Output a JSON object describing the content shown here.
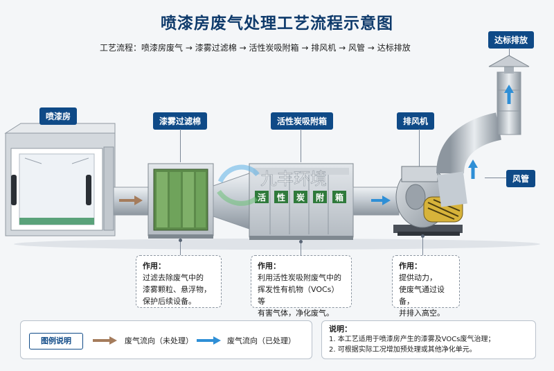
{
  "title": "喷漆房废气处理工艺流程示意图",
  "process_flow": {
    "label": "工艺流程：",
    "steps": [
      "喷漆房废气",
      "漆雾过滤棉",
      "活性炭吸附箱",
      "排风机",
      "风管",
      "达标排放"
    ],
    "separator": "→"
  },
  "equipment": {
    "booth": "喷漆房",
    "filter": "漆雾过滤棉",
    "carbon_box": "活性炭吸附箱",
    "fan": "排风机",
    "duct": "风管",
    "exhaust": "达标排放"
  },
  "carbon_box_panel_text": [
    "活",
    "性",
    "炭",
    "附",
    "箱"
  ],
  "watermark": "九丰环境",
  "notes": {
    "filter": {
      "heading": "作用：",
      "lines": [
        "过滤去除废气中的",
        "漆雾颗粒、悬浮物，",
        "保护后续设备。"
      ]
    },
    "carbon": {
      "heading": "作用：",
      "lines": [
        "利用活性炭吸附废气中的",
        "挥发性有机物（VOCs）等",
        "有害气体，净化废气。"
      ]
    },
    "fan": {
      "heading": "作用：",
      "lines": [
        "提供动力，",
        "使废气通过设备，",
        "并排入高空。"
      ]
    }
  },
  "legend": {
    "title": "图例说明",
    "items": [
      {
        "label": "废气流向（未处理）",
        "color": "#a57c5c"
      },
      {
        "label": "废气流向（已处理）",
        "color": "#2f8fd6"
      }
    ]
  },
  "remarks": {
    "heading": "说明：",
    "lines": [
      "1. 本工艺适用于喷漆房产生的漆雾及VOCs废气治理；",
      "2. 可根据实际工况增加预处理或其他净化单元。"
    ]
  },
  "colors": {
    "title": "#0e3a6b",
    "tag_bg": "#0f4a87",
    "untreated_arrow": "#a57c5c",
    "treated_arrow": "#2f8fd6",
    "steel": "#c9ced4"
  }
}
